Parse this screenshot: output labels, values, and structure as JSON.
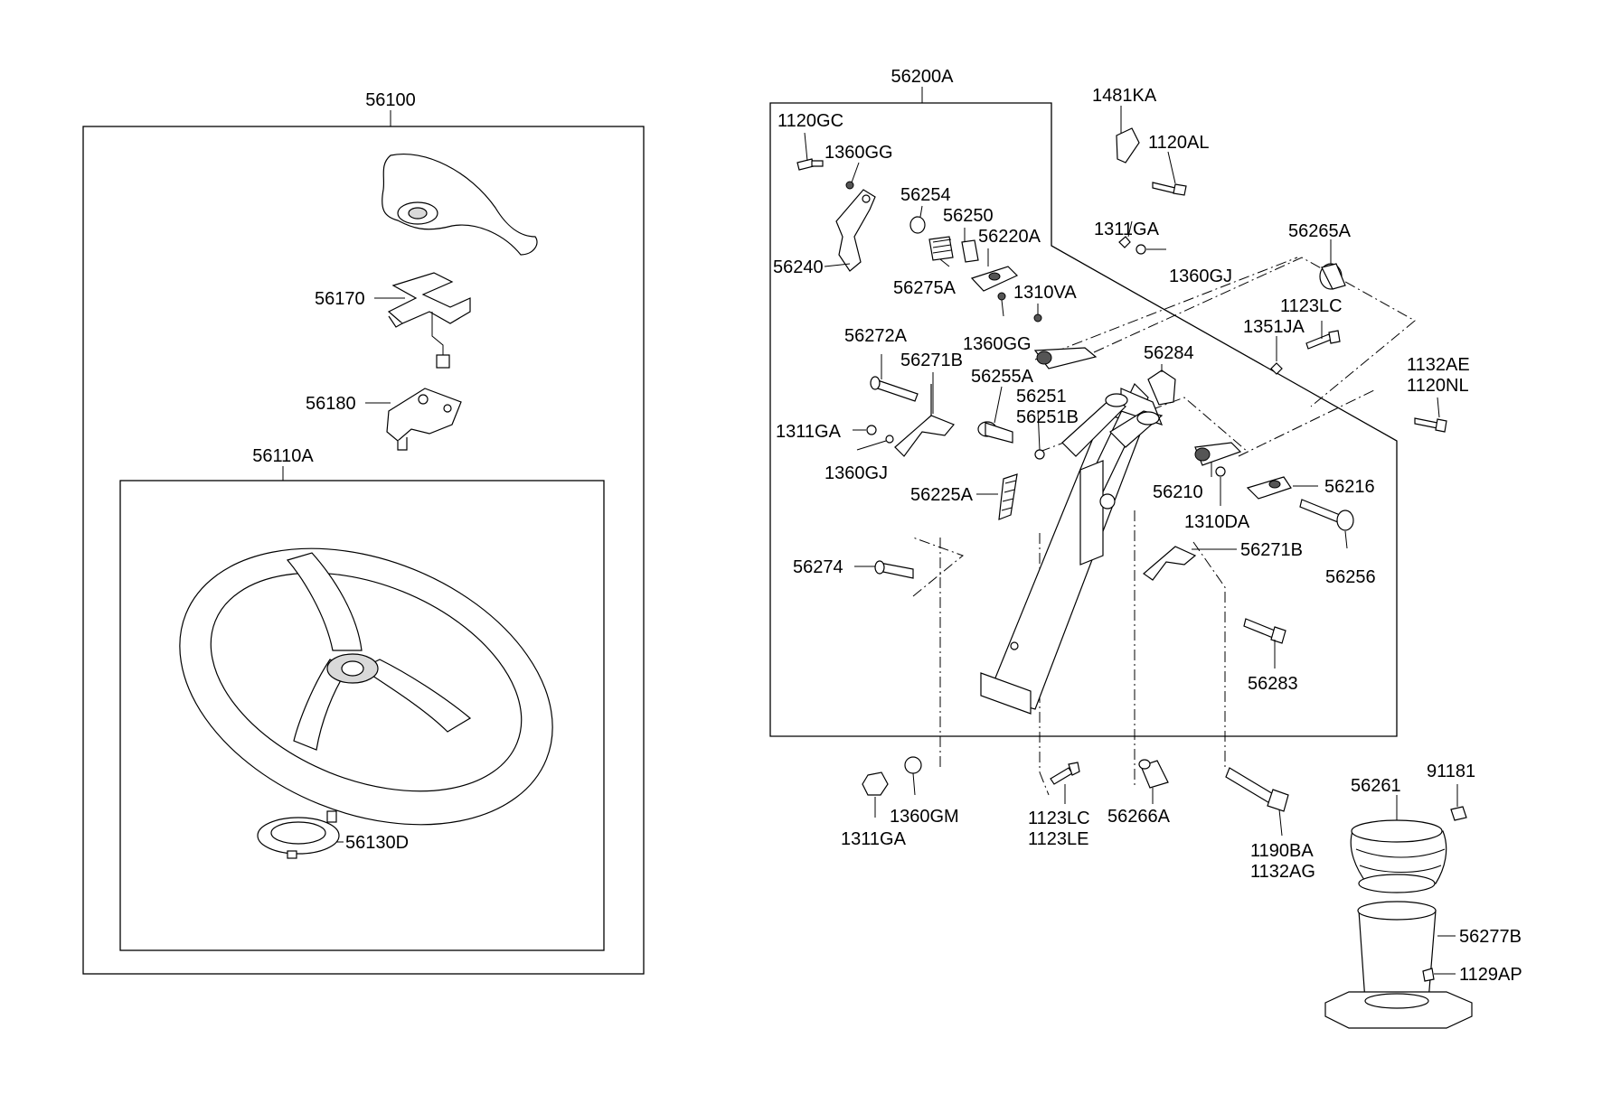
{
  "title": "",
  "labels": {
    "p56100": "56100",
    "p56170": "56170",
    "p56180": "56180",
    "p56110A": "56110A",
    "p56130D": "56130D",
    "p56200A": "56200A",
    "p1120GC": "1120GC",
    "p1360GG_a": "1360GG",
    "p56254": "56254",
    "p56250": "56250",
    "p56220A": "56220A",
    "p56240": "56240",
    "p56275A": "56275A",
    "p1310VA": "1310VA",
    "p1360GG_b": "1360GG",
    "p1481KA": "1481KA",
    "p1120AL": "1120AL",
    "p1311GA_a": "1311GA",
    "p1360GJ_a": "1360GJ",
    "p56265A": "56265A",
    "p1123LC_a": "1123LC",
    "p1351JA": "1351JA",
    "p1132AE": "1132AE",
    "p1120NL": "1120NL",
    "p56272A": "56272A",
    "p56271B_a": "56271B",
    "p56284": "56284",
    "p56255A": "56255A",
    "p56251": "56251",
    "p56251B": "56251B",
    "p1311GA_b": "1311GA",
    "p1360GJ_b": "1360GJ",
    "p56225A": "56225A",
    "p56210": "56210",
    "p56216": "56216",
    "p1310DA": "1310DA",
    "p56256": "56256",
    "p56271B_b": "56271B",
    "p56274": "56274",
    "p56283": "56283",
    "p1311GA_c": "1311GA",
    "p1360GM": "1360GM",
    "p1123LC_b": "1123LC",
    "p1123LE": "1123LE",
    "p56266A": "56266A",
    "p1190BA": "1190BA",
    "p1132AG": "1132AG",
    "p56261": "56261",
    "p91181": "91181",
    "p56277B": "56277B",
    "p1129AP": "1129AP"
  }
}
